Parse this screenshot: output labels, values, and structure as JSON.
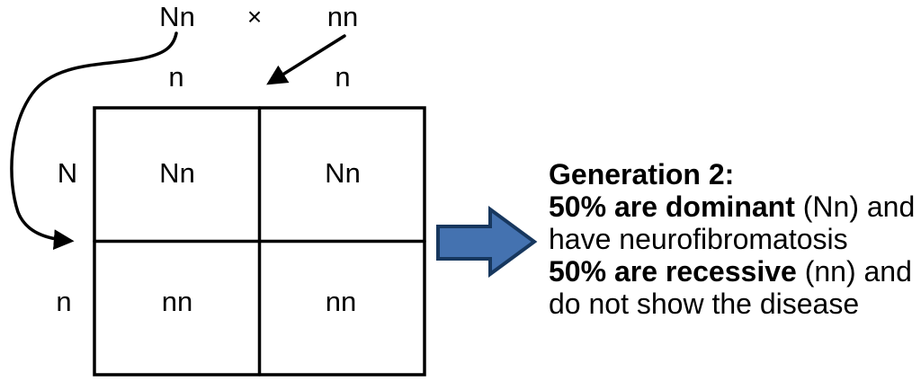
{
  "cross": {
    "parent1": "Nn",
    "operator": "×",
    "parent2": "nn"
  },
  "punnett": {
    "col_headers": [
      "n",
      "n"
    ],
    "row_headers": [
      "N",
      "n"
    ],
    "cells": [
      [
        "Nn",
        "Nn"
      ],
      [
        "nn",
        "nn"
      ]
    ]
  },
  "annotation": {
    "title": "Generation 2:",
    "dominant_bold": "50% are dominant",
    "dominant_rest": " (Nn) and",
    "dominant_line2": "have neurofibromatosis",
    "recessive_bold": "50% are recessive",
    "recessive_rest": " (nn) and",
    "recessive_line2": "do not show the disease"
  },
  "colors": {
    "line_color": "#000000",
    "block_arrow_fill": "#4472B0",
    "block_arrow_outline": "#17375E"
  }
}
